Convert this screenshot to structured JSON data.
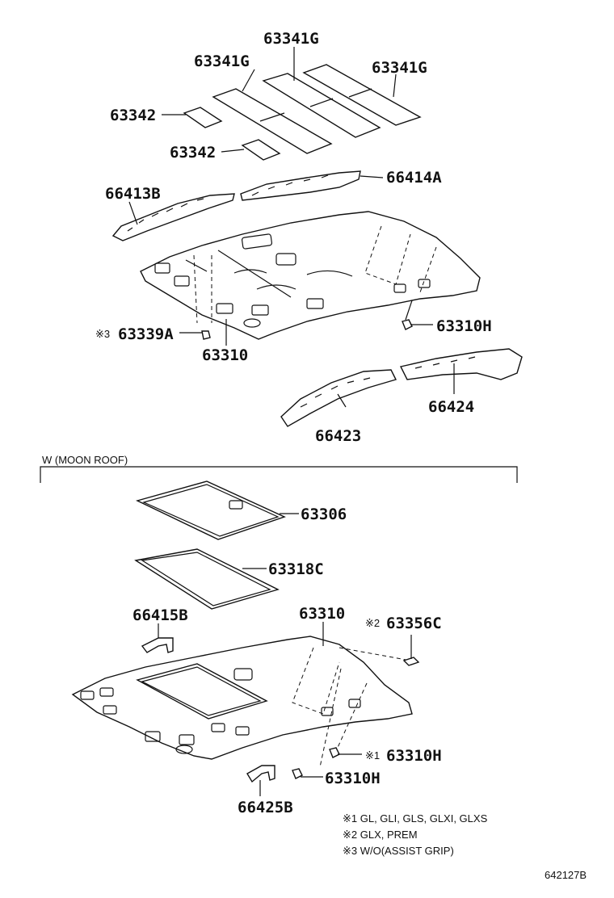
{
  "parts": {
    "p63341G_a": "63341G",
    "p63341G_b": "63341G",
    "p63341G_c": "63341G",
    "p63342_a": "63342",
    "p63342_b": "63342",
    "p66413B": "66413B",
    "p66414A": "66414A",
    "p63339A": "63339A",
    "p63339A_mark": "※3",
    "p63310_top": "63310",
    "p63310H_top": "63310H",
    "p66424": "66424",
    "p66423": "66423",
    "p63306": "63306",
    "p63318C": "63318C",
    "p66415B": "66415B",
    "p63310_bottom": "63310",
    "p63356C": "63356C",
    "p63356C_mark": "※2",
    "p63310H_b1": "63310H",
    "p63310H_b1_mark": "※1",
    "p63310H_b2": "63310H",
    "p66425B": "66425B"
  },
  "section_title": "W (MOON ROOF)",
  "notes": [
    "※1 GL, GLI, GLS, GLXI, GLXS",
    "※2 GLX, PREM",
    "※3 W/O(ASSIST GRIP)"
  ],
  "drawing_number": "642127B"
}
